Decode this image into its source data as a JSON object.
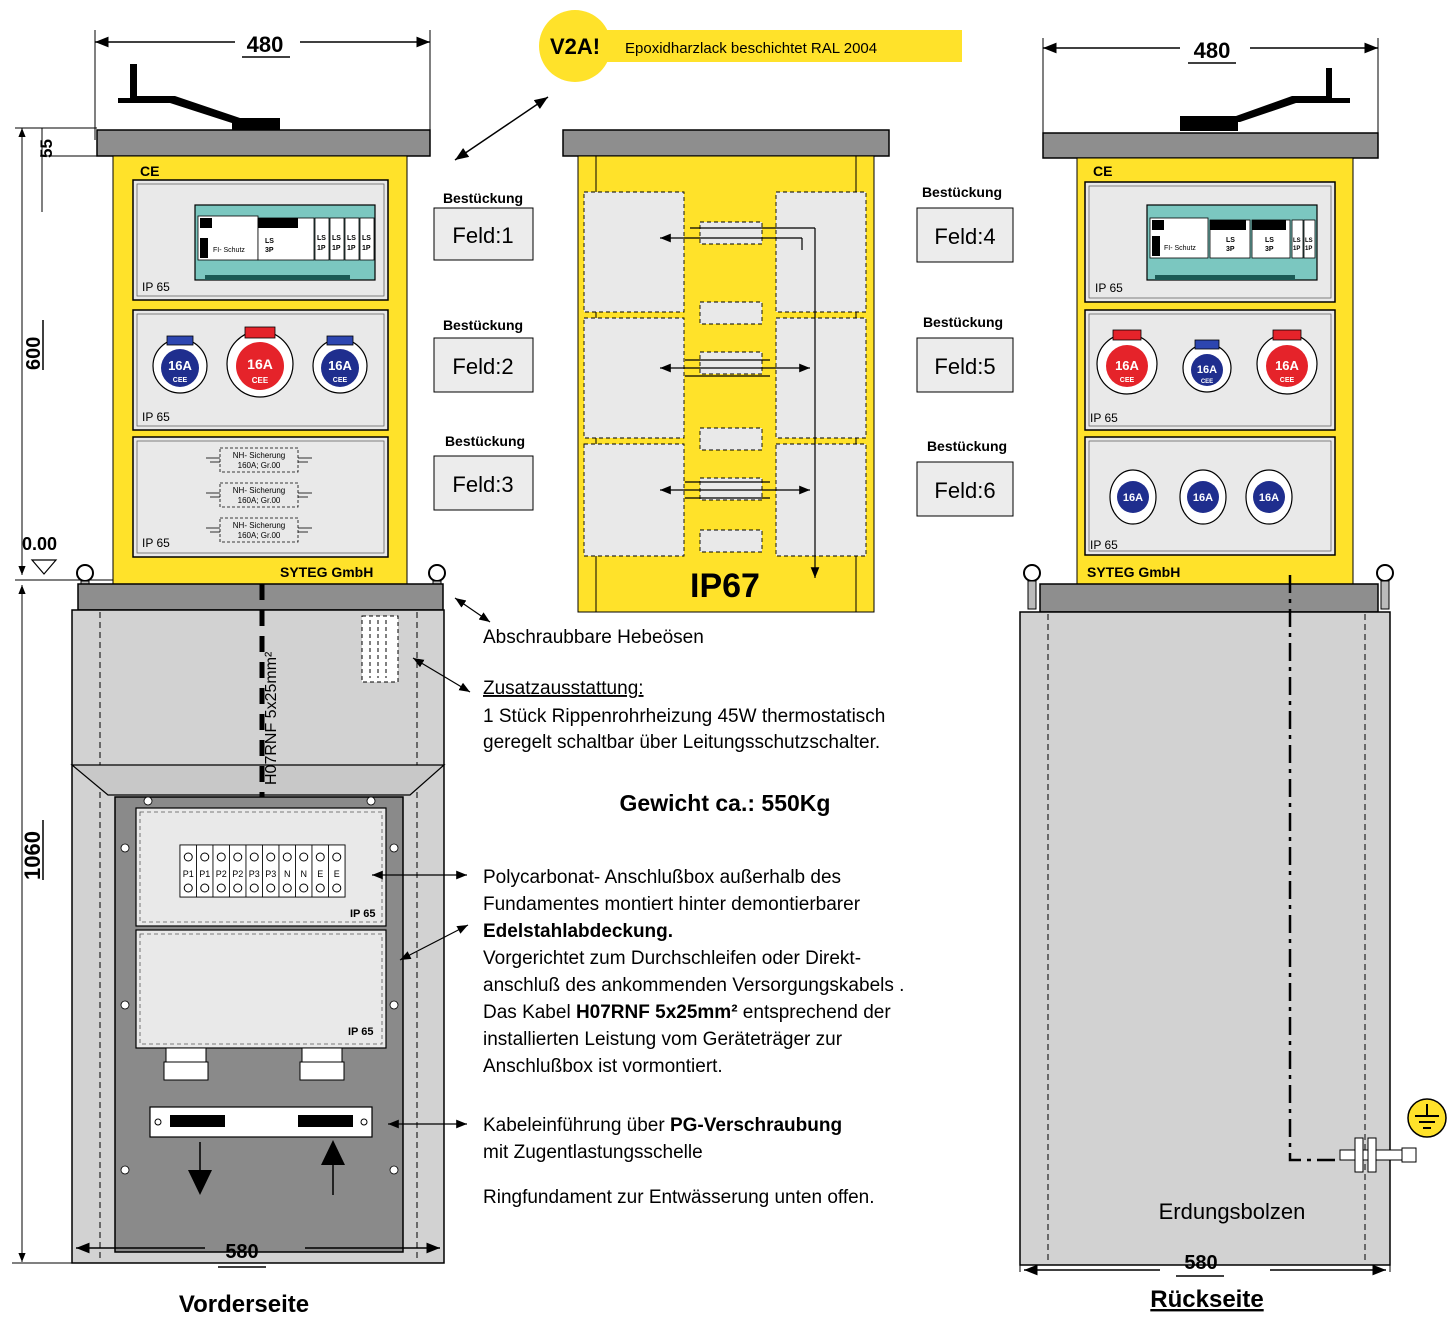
{
  "colors": {
    "yellow": "#FFE22A",
    "panel_grey": "#E9E9E9",
    "base_grey": "#D2D2D2",
    "lid_grey": "#8E8E8E",
    "red": "#E5232A",
    "blue": "#1F2E8E",
    "teal": "#7BC7C0"
  },
  "dimensions": {
    "width_top_left": "480",
    "width_top_right": "480",
    "height_55": "55",
    "height_600": "600",
    "height_1060": "1060",
    "level": "0.00",
    "width_bottom_left": "580",
    "width_bottom_right": "580"
  },
  "badge": {
    "v2a": "V2A!",
    "coating": "Epoxidharzlack beschichtet RAL 2004"
  },
  "fields": [
    {
      "heading": "Bestückung",
      "label": "Feld:1"
    },
    {
      "heading": "Bestückung",
      "label": "Feld:2"
    },
    {
      "heading": "Bestückung",
      "label": "Feld:3"
    },
    {
      "heading": "Bestückung",
      "label": "Feld:4"
    },
    {
      "heading": "Bestückung",
      "label": "Feld:5"
    },
    {
      "heading": "Bestückung",
      "label": "Feld:6"
    }
  ],
  "cabinet": {
    "ce": "CE",
    "ip65": "IP 65",
    "maker": "SYTEG GmbH",
    "fi_schutz": "FI- Schutz",
    "ls": "LS",
    "p3": "3P",
    "p1": "1P",
    "socket_16a": "16A",
    "cee": "CEE",
    "nh_line1": "NH- Sicherung",
    "nh_line2": "160A; Gr.00",
    "cable_vertical": "H07RNF 5x25mm²",
    "terminal_labels": [
      "P1",
      "P1",
      "P2",
      "P2",
      "P3",
      "P3",
      "N",
      "N",
      "E",
      "E"
    ]
  },
  "center": {
    "ip67": "IP67"
  },
  "annotations": {
    "hebeoesen": "Abschraubbare Hebeösen",
    "zusatz_title": "Zusatzausstattung:",
    "zusatz_line1": "1 Stück Rippenrohrheizung 45W  thermostatisch",
    "zusatz_line2": "geregelt schaltbar über Leitungsschutzschalter.",
    "gewicht": "Gewicht ca.: 550Kg",
    "poly_1": "Polycarbonat- Anschlußbox außerhalb des",
    "poly_2": "Fundamentes montiert hinter demontierbarer",
    "poly_3": "Edelstahlabdeckung.",
    "poly_4": "Vorgerichtet zum Durchschleifen oder Direkt-",
    "poly_5": "anschluß des ankommenden Versorgungskabels .",
    "poly_6a": "Das Kabel ",
    "poly_6b": "H07RNF 5x25mm²",
    "poly_6c": " entsprechend der",
    "poly_7": "installierten Leistung vom Geräteträger zur",
    "poly_8": "Anschlußbox ist vormontiert.",
    "kabel_1a": "Kabeleinführung über ",
    "kabel_1b": "PG-Verschraubung",
    "kabel_2": "mit Zugentlastungsschelle",
    "ring": "Ringfundament  zur Entwässerung unten offen.",
    "erdung": "Erdungsbolzen"
  },
  "captions": {
    "front": "Vorderseite",
    "back": "Rückseite"
  }
}
